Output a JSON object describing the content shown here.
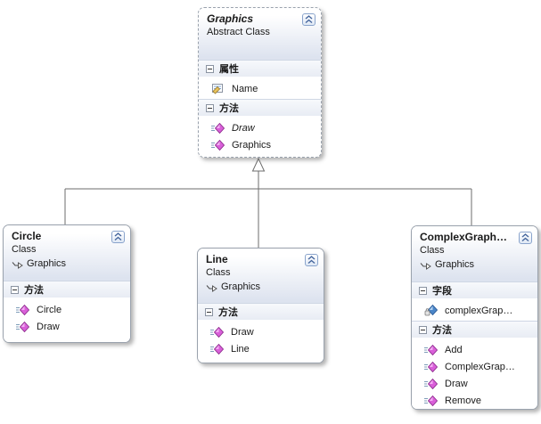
{
  "diagram": {
    "tool": "class-designer",
    "colors": {
      "connector": "#6e6e6e",
      "method_icon": "#d95fd9",
      "field_icon": "#4a86c8",
      "header_gradient_bottom": "#dde3ef"
    },
    "boxes": [
      {
        "name": "Graphics",
        "stereotype": "Abstract Class",
        "base": "",
        "sections": [
          {
            "label": "属性",
            "items": [
              {
                "name": "Name",
                "kind": "property"
              }
            ]
          },
          {
            "label": "方法",
            "items": [
              {
                "name": "Draw",
                "kind": "method",
                "abstract": true
              },
              {
                "name": "Graphics",
                "kind": "method"
              }
            ]
          }
        ]
      },
      {
        "name": "Circle",
        "stereotype": "Class",
        "base": "Graphics",
        "sections": [
          {
            "label": "方法",
            "items": [
              {
                "name": "Circle",
                "kind": "method"
              },
              {
                "name": "Draw",
                "kind": "method"
              }
            ]
          }
        ]
      },
      {
        "name": "Line",
        "stereotype": "Class",
        "base": "Graphics",
        "sections": [
          {
            "label": "方法",
            "items": [
              {
                "name": "Draw",
                "kind": "method"
              },
              {
                "name": "Line",
                "kind": "method"
              }
            ]
          }
        ]
      },
      {
        "name": "ComplexGraph…",
        "stereotype": "Class",
        "base": "Graphics",
        "sections": [
          {
            "label": "字段",
            "items": [
              {
                "name": "complexGrap…",
                "kind": "field"
              }
            ]
          },
          {
            "label": "方法",
            "items": [
              {
                "name": "Add",
                "kind": "method"
              },
              {
                "name": "ComplexGrap…",
                "kind": "method"
              },
              {
                "name": "Draw",
                "kind": "method"
              },
              {
                "name": "Remove",
                "kind": "method"
              }
            ]
          }
        ]
      }
    ]
  }
}
